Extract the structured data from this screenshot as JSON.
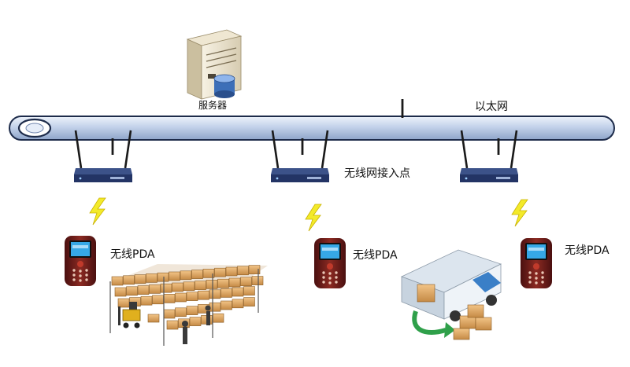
{
  "labels": {
    "server": "服务器",
    "ethernet": "以太网",
    "access_point": "无线网接入点",
    "pda_left": "无线PDA",
    "pda_middle": "无线PDA",
    "pda_right": "无线PDA"
  },
  "icons": {
    "server": "server-icon",
    "database": "database-icon",
    "router": "wireless-router-icon",
    "signal": "lightning-signal-icon",
    "pda": "handheld-pda-icon",
    "warehouse": "warehouse-shelves-icon",
    "truck": "delivery-truck-icon"
  },
  "colors": {
    "bus": "#b9c9e4",
    "bus_edge": "#1d2b4a",
    "router_body": "#2c3f73",
    "bolt": "#f3ea2a",
    "pda_body": "#6b1b1b",
    "pda_screen": "#36a8e6"
  }
}
